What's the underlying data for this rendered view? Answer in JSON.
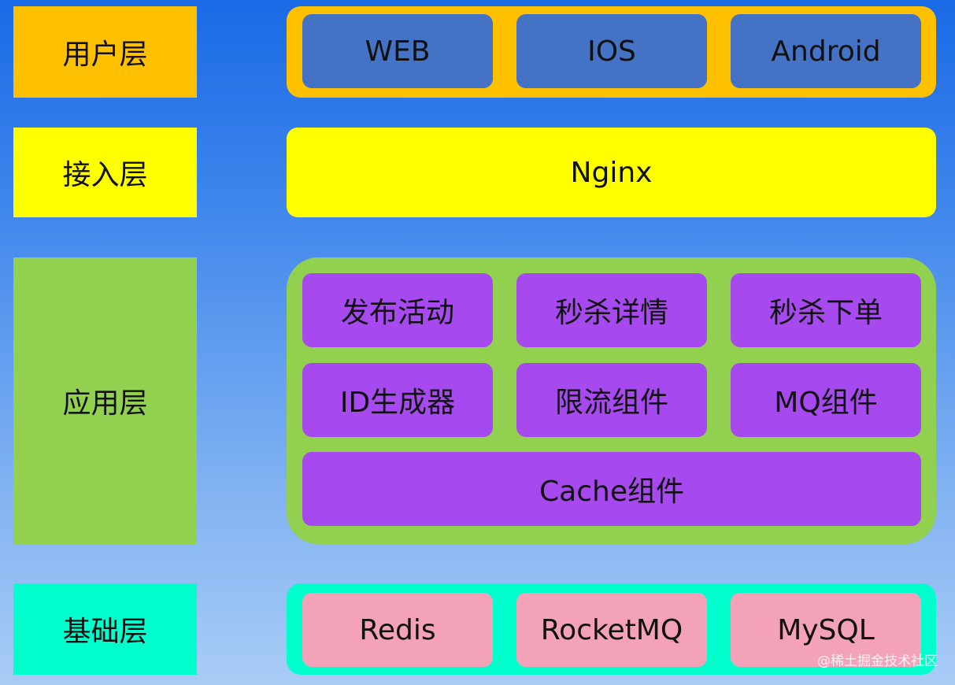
{
  "layers": {
    "user": {
      "label": "用户层",
      "items": [
        "WEB",
        "IOS",
        "Android"
      ]
    },
    "access": {
      "label": "接入层",
      "item": "Nginx"
    },
    "app": {
      "label": "应用层",
      "items": [
        "发布活动",
        "秒杀详情",
        "秒杀下单",
        "ID生成器",
        "限流组件",
        "MQ组件",
        "Cache组件"
      ]
    },
    "base": {
      "label": "基础层",
      "items": [
        "Redis",
        "RocketMQ",
        "MySQL"
      ]
    }
  },
  "watermark": "@稀土掘金技术社区",
  "colors": {
    "user_layer": "#ffc000",
    "access_layer": "#ffff00",
    "app_layer": "#92d050",
    "base_layer": "#00ffcc",
    "client_box": "#4472c4",
    "component_box": "#a64aef",
    "storage_box": "#f4a2b8",
    "background_top": "#1a6ae6",
    "background_bottom": "#a9ccf6"
  }
}
